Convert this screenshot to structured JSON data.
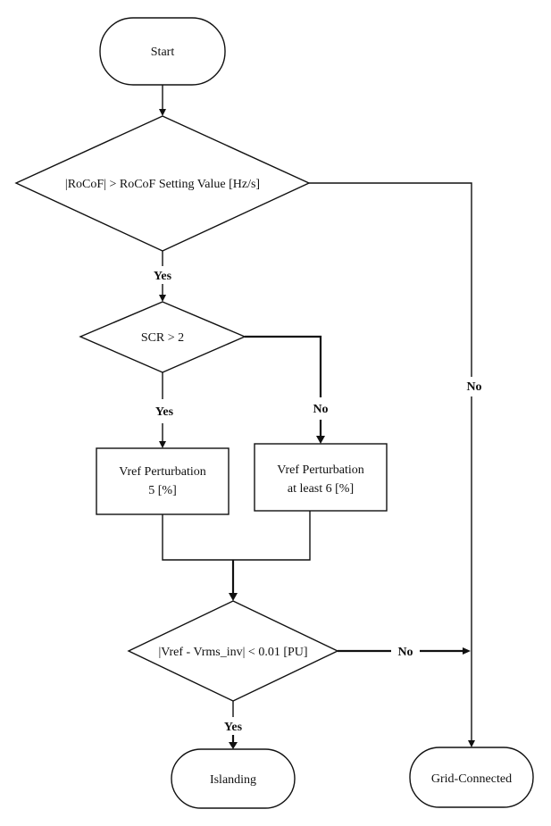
{
  "nodes": {
    "start": "Start",
    "rocof_check": "|RoCoF| > RoCoF Setting Value [Hz/s]",
    "scr_check": "SCR > 2",
    "vref_5_line1": "Vref Perturbation",
    "vref_5_line2": "5 [%]",
    "vref_6_line1": "Vref Perturbation",
    "vref_6_line2": "at least 6 [%]",
    "voltage_check": "|Vref - Vrms_inv| < 0.01 [PU]",
    "islanding": "Islanding",
    "grid_connected": "Grid-Connected"
  },
  "edges": {
    "rocof_yes": "Yes",
    "rocof_no": "No",
    "scr_yes": "Yes",
    "scr_no": "No",
    "voltage_yes": "Yes",
    "voltage_no": "No"
  }
}
